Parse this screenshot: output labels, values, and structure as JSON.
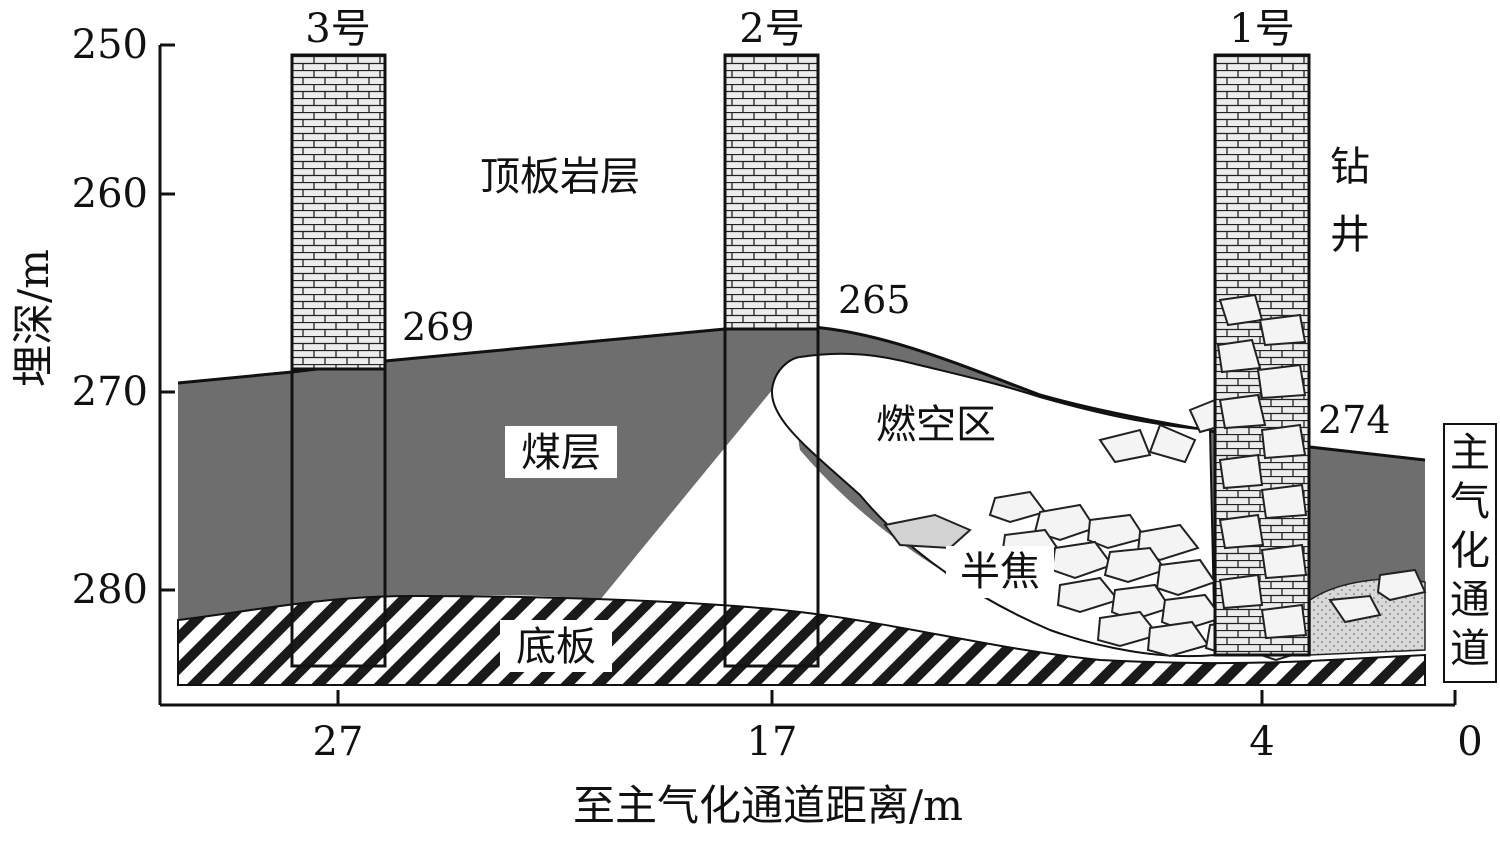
{
  "axes": {
    "y_title": "埋深/m",
    "x_title": "至主气化通道距离/m",
    "y_ticks": [
      "250",
      "260",
      "270",
      "280"
    ],
    "x_ticks": [
      "27",
      "17",
      "4",
      "0"
    ]
  },
  "layers": {
    "roof": "顶板岩层",
    "coal": "煤层",
    "burn_zone": "燃空区",
    "semi_coke": "半焦",
    "floor": "底板"
  },
  "wells": {
    "well_3": "3号",
    "well_2": "2号",
    "well_1": "1号",
    "legend_char_1": "钻",
    "legend_char_2": "井"
  },
  "depths": {
    "well_3": "269",
    "well_2": "265",
    "well_1": "274"
  },
  "channel_label": [
    "主",
    "气",
    "化",
    "通",
    "道"
  ],
  "colors": {
    "coal": "#6e6e6e",
    "brick_fill": "#e9e9e9",
    "semi_coke": "#d6d6d6",
    "rubble": "#f2f2f2",
    "line": "#111111"
  }
}
